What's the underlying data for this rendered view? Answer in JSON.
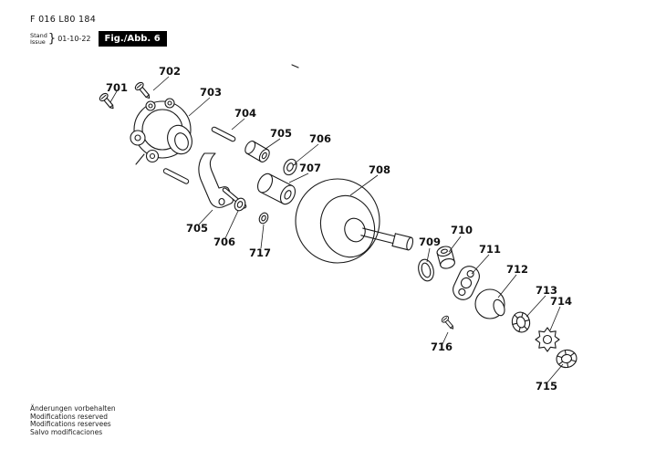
{
  "header": {
    "part_number": "F 016 L80 184",
    "stand_label": "Stand",
    "issue_label": "Issue",
    "brace": "}",
    "date": "01-10-22",
    "figure_label": "Fig./Abb. 6"
  },
  "callouts": [
    {
      "label": "701"
    },
    {
      "label": "702"
    },
    {
      "label": "703"
    },
    {
      "label": "704"
    },
    {
      "label": "705"
    },
    {
      "label": "706"
    },
    {
      "label": "707"
    },
    {
      "label": "708"
    },
    {
      "label": "705"
    },
    {
      "label": "706"
    },
    {
      "label": "717"
    },
    {
      "label": "709"
    },
    {
      "label": "710"
    },
    {
      "label": "711"
    },
    {
      "label": "712"
    },
    {
      "label": "713"
    },
    {
      "label": "714"
    },
    {
      "label": "715"
    },
    {
      "label": "716"
    }
  ],
  "footer": {
    "lines": [
      "Änderungen vorbehalten",
      "Modifications reserved",
      "Modifications reservees",
      "Salvo modificaciones"
    ]
  },
  "diagram": {
    "type": "exploded-parts-diagram",
    "figure_number": "6",
    "line_color": "#1a1a1a"
  }
}
